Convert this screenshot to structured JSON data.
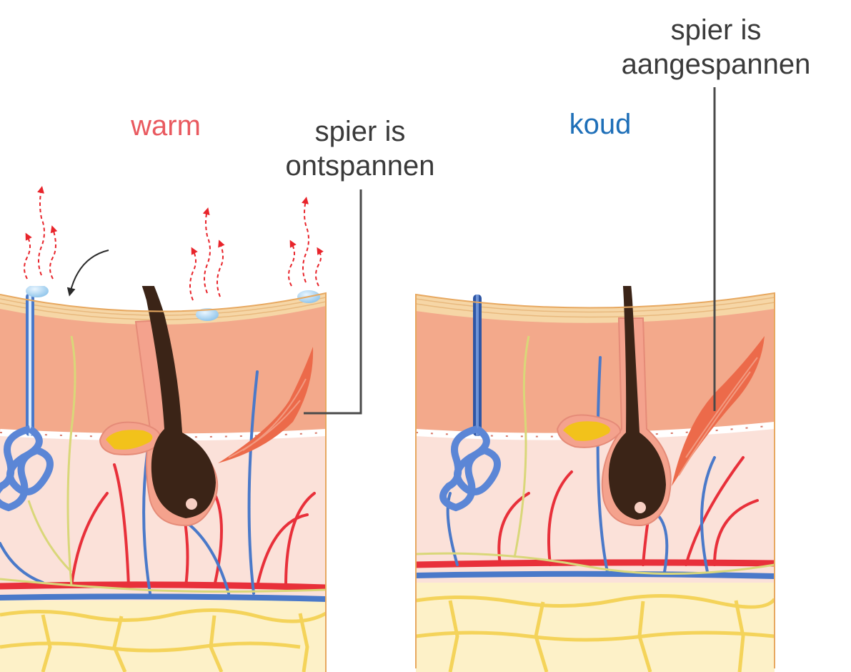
{
  "warm": {
    "label": "warm",
    "color": "#e9595f"
  },
  "cold": {
    "label": "koud",
    "color": "#1e6fb8"
  },
  "relaxed_muscle": {
    "line1": "spier is",
    "line2": "ontspannen"
  },
  "tensed_muscle": {
    "line1": "spier is",
    "line2": "aangespannen"
  },
  "palette": {
    "epidermis": "#f6d6a6",
    "dermis": "#f3a98b",
    "lower_dermis": "#fbe1d9",
    "fat": "#fdf1c8",
    "fat_lines": "#f4d35a",
    "hair": "#3b2417",
    "follicle": "#f4a28d",
    "muscle": "#ec6a4a",
    "sebaceous": "#f2c21b",
    "artery": "#e8303a",
    "vein": "#4a79c9",
    "nerve": "#d9d779",
    "sweat_gland": "#5b86d6",
    "heat_arrow": "#e8242b",
    "sweat_drop": "#a9d4f2",
    "leader_line": "#4a4a4a"
  }
}
